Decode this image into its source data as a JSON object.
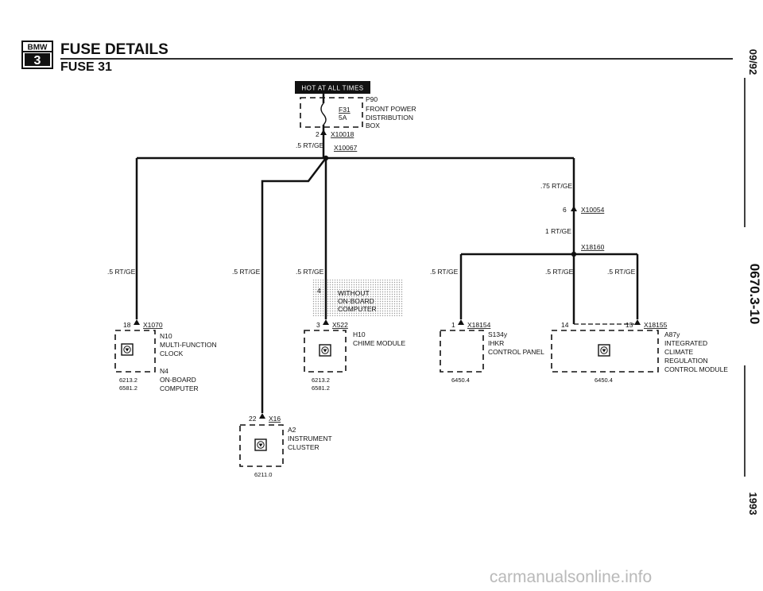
{
  "header": {
    "logo_top": "BMW",
    "logo_bottom": "3",
    "title": "FUSE DETAILS",
    "subtitle": "FUSE 31"
  },
  "side": {
    "date": "09/92",
    "code": "0670.3-10",
    "year": "1993"
  },
  "banner": "HOT AT ALL TIMES",
  "fuse_box": {
    "id": "P90",
    "fuse": "F31",
    "rating": "5A",
    "name_line1": "FRONT POWER",
    "name_line2": "DISTRIBUTION",
    "name_line3": "BOX"
  },
  "connectors": {
    "x10018_pin": "2",
    "x10018": "X10018",
    "x10067": "X10067",
    "x10054_pin": "6",
    "x10054": "X10054",
    "x18160": "X18160",
    "x1070_pin": "18",
    "x1070": "X1070",
    "x522_pin": "3",
    "x522": "X522",
    "x522_alt_pin": "4",
    "x18154_pin": "1",
    "x18154": "X18154",
    "x18155_pin1": "14",
    "x18155_pin2": "15",
    "x18155": "X18155",
    "x16_pin": "22",
    "x16": "X16"
  },
  "wires": {
    "w_main": ".5 RT/GE",
    "w_075": ".75 RT/GE",
    "w_1": "1 RT/GE",
    "w_left": ".5 RT/GE",
    "w_cluster": ".5 RT/GE",
    "w_chime": ".5 RT/GE",
    "w_ihkr": ".5 RT/GE",
    "w_ihr14": ".5 RT/GE",
    "w_ihr15": ".5 RT/GE"
  },
  "option_box": {
    "line1": "WITHOUT",
    "line2": "ON-BOARD",
    "line3": "COMPUTER"
  },
  "components": {
    "n10": {
      "id": "N10",
      "line1": "MULTI-FUNCTION",
      "line2": "CLOCK",
      "alt_id": "N4",
      "alt_line1": "ON-BOARD",
      "alt_line2": "COMPUTER",
      "ref1": "6213.2",
      "ref2": "6581.2"
    },
    "h10": {
      "id": "H10",
      "line1": "CHIME MODULE",
      "ref1": "6213.2",
      "ref2": "6581.2"
    },
    "s134y": {
      "id": "S134y",
      "line1": "IHKR",
      "line2": "CONTROL PANEL",
      "ref1": "6450.4"
    },
    "a87y": {
      "id": "A87y",
      "line1": "INTEGRATED",
      "line2": "CLIMATE",
      "line3": "REGULATION",
      "line4": "CONTROL MODULE",
      "ref1": "6450.4"
    },
    "a2": {
      "id": "A2",
      "line1": "INSTRUMENT",
      "line2": "CLUSTER",
      "ref1": "6211.0"
    }
  },
  "watermark": "carmanualsonline.info"
}
